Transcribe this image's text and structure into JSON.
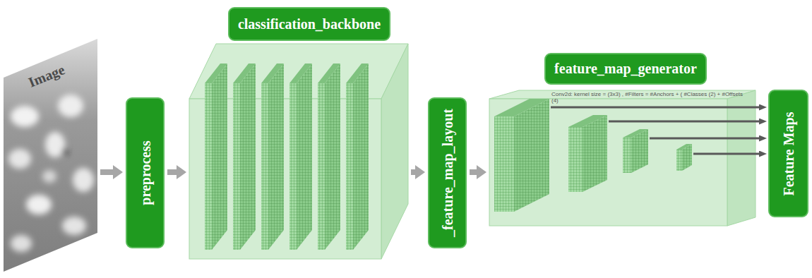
{
  "diagram": {
    "nodes": [
      {
        "text": [
          "Image"
        ]
      },
      {
        "text": [
          "preprocess"
        ]
      },
      {
        "text": [
          "classification_backbone"
        ]
      },
      {
        "text": [
          "_feature_map_layout"
        ]
      },
      {
        "text": [
          "feature_map_generator",
          "Conv2d: kernel size = (3x3) , #Filters = #Anchors + ( #Classes (2) + #Offsets (4)"
        ]
      },
      {
        "text": [
          "Feature Maps"
        ]
      }
    ],
    "edges": [
      {
        "from": 0,
        "to": 1,
        "arrow": "to"
      },
      {
        "from": 1,
        "to": 2,
        "arrow": "to"
      },
      {
        "from": 2,
        "to": 3,
        "arrow": "to"
      },
      {
        "from": 3,
        "to": 4,
        "arrow": "to"
      },
      {
        "from": 4,
        "to": 5,
        "arrow": "to"
      },
      {
        "from": 4,
        "to": 5,
        "arrow": "to"
      },
      {
        "from": 4,
        "to": 5,
        "arrow": "to"
      },
      {
        "from": 4,
        "to": 5,
        "arrow": "to"
      }
    ]
  }
}
